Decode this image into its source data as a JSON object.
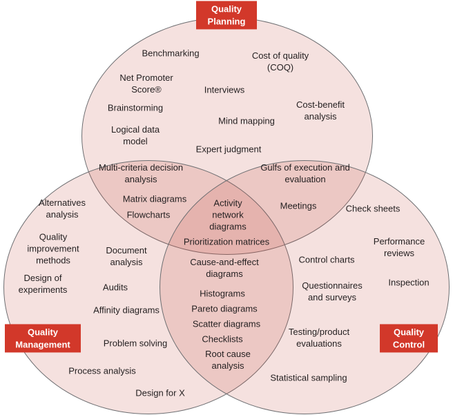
{
  "diagram_title": "Quality Planning / Quality Management / Quality Control Venn diagram",
  "labels": {
    "planning": "Quality Planning",
    "management": "Quality Management",
    "control": "Quality Control"
  },
  "regions": {
    "planning_only": [
      "Benchmarking",
      "Cost of quality (COQ)",
      "Net Promoter Score®",
      "Interviews",
      "Brainstorming",
      "Mind mapping",
      "Cost-benefit analysis",
      "Logical data model",
      "Expert judgment"
    ],
    "planning_management": [
      "Multi-criteria decision analysis",
      "Matrix diagrams",
      "Flowcharts"
    ],
    "planning_control": [
      "Gulfs of execution and evaluation",
      "Meetings"
    ],
    "all_three": [
      "Activity network diagrams",
      "Prioritization matrices"
    ],
    "management_only": [
      "Alternatives analysis",
      "Quality improvement methods",
      "Design of experiments",
      "Document analysis",
      "Audits",
      "Affinity diagrams",
      "Problem solving",
      "Process analysis",
      "Design for X"
    ],
    "management_control": [
      "Cause-and-effect diagrams",
      "Histograms",
      "Pareto diagrams",
      "Scatter diagrams",
      "Checklists",
      "Root cause analysis"
    ],
    "control_only": [
      "Check sheets",
      "Performance reviews",
      "Inspection",
      "Control charts",
      "Questionnaires and surveys",
      "Testing/product evaluations",
      "Statistical sampling"
    ]
  },
  "colors": {
    "label_bg": "#d2382a",
    "label_text": "#ffffff",
    "circle_fill_single": "#f5e0de",
    "circle_fill_double": "#edc6c3",
    "circle_fill_triple": "#e6b1ac",
    "circle_stroke": "#6d6e71",
    "text": "#231f20"
  }
}
